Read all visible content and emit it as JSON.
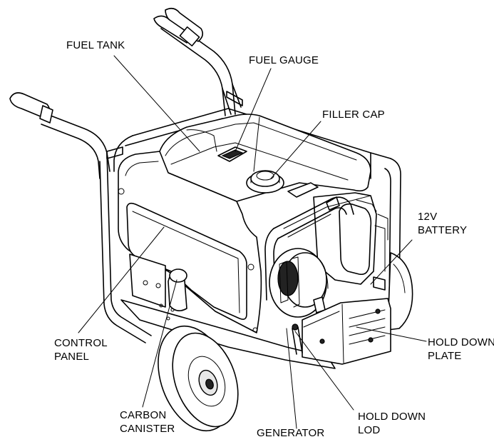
{
  "labels": {
    "fuel_tank": "FUEL TANK",
    "fuel_gauge": "FUEL GAUGE",
    "filler_cap": "FILLER CAP",
    "battery_line1": "12V",
    "battery_line2": "BATTERY",
    "control_panel_line1": "CONTROL",
    "control_panel_line2": "PANEL",
    "hold_down_plate_line1": "HOLD DOWN",
    "hold_down_plate_line2": "PLATE",
    "carbon_canister_line1": "CARBON",
    "carbon_canister_line2": "CANISTER",
    "hold_down_lod_line1": "HOLD DOWN",
    "hold_down_lod_line2": "LOD",
    "generator": "GENERATOR"
  },
  "colors": {
    "line": "#000000",
    "background": "#ffffff"
  }
}
